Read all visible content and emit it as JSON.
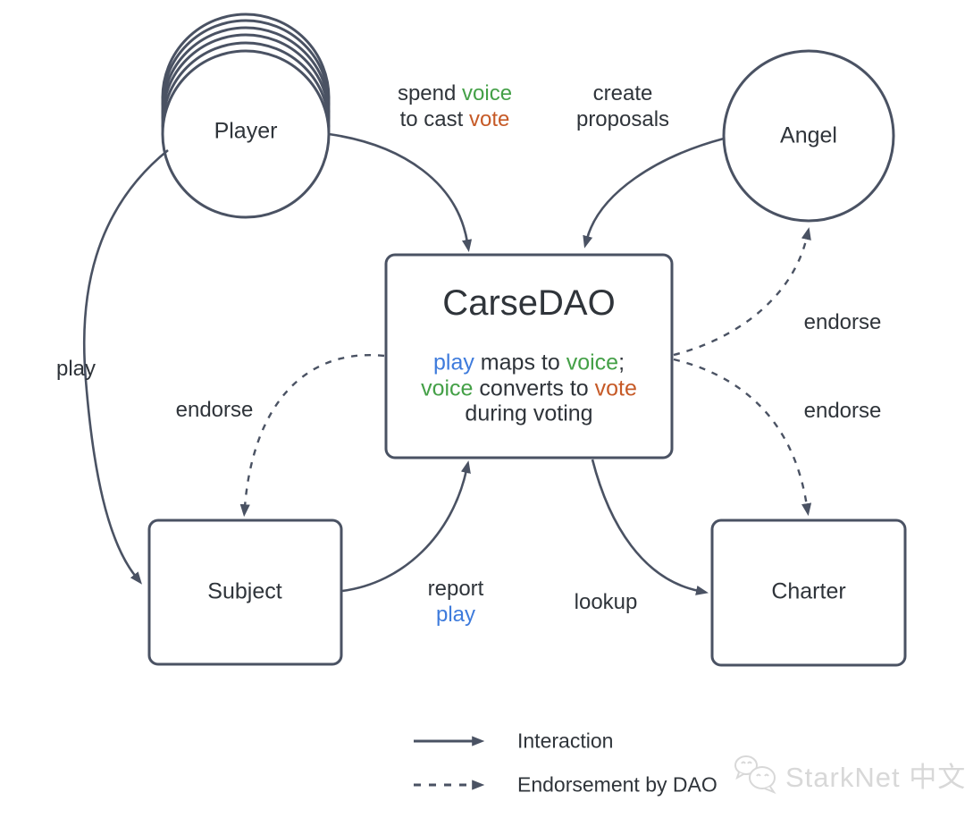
{
  "colors": {
    "stroke": "#4a5263",
    "text": "#2f343a",
    "blue": "#3e7bdc",
    "green": "#44a047",
    "orange": "#c65a27",
    "watermark": "#d8d8d8"
  },
  "nodes": {
    "player": {
      "label": "Player"
    },
    "angel": {
      "label": "Angel"
    },
    "carsedao": {
      "title": "CarseDAO",
      "line1": {
        "play": "play",
        "mid": " maps to ",
        "voice": "voice",
        "end": ";"
      },
      "line2": {
        "voice": "voice",
        "mid": " converts to ",
        "vote": "vote"
      },
      "line3": "during voting"
    },
    "subject": {
      "label": "Subject"
    },
    "charter": {
      "label": "Charter"
    }
  },
  "edge_labels": {
    "spend_cast": {
      "l1a": "spend ",
      "l1b": "voice",
      "l2a": "to cast ",
      "l2b": "vote"
    },
    "create_proposals": {
      "l1": "create",
      "l2": "proposals"
    },
    "play": "play",
    "endorse_subject": "endorse",
    "endorse_angel": "endorse",
    "endorse_charter": "endorse",
    "report": {
      "l1": "report",
      "l2": "play"
    },
    "lookup": "lookup"
  },
  "legend": {
    "interaction": "Interaction",
    "endorsement": "Endorsement by DAO"
  },
  "watermark": {
    "icon": "wechat-icon",
    "text": "StarkNet 中文"
  }
}
